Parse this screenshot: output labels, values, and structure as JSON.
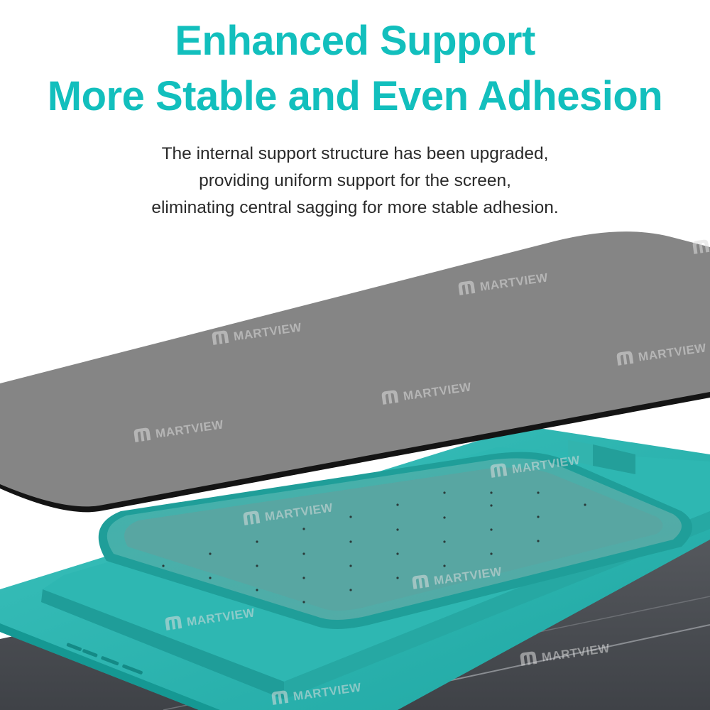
{
  "headline": {
    "line1": "Enhanced Support",
    "line2": "More Stable and Even Adhesion"
  },
  "description": {
    "lines": [
      "The internal support structure has been upgraded,",
      "providing uniform support for the screen,",
      "eliminating central sagging for more stable adhesion."
    ]
  },
  "watermark": {
    "brand": "MARTVIEW",
    "icon": "m-logo-icon"
  },
  "colors": {
    "accent": "#12bfbd",
    "plate_gray": "#848484",
    "mat_teal": "#2bb0ab",
    "base_dark": "#4f5257"
  }
}
